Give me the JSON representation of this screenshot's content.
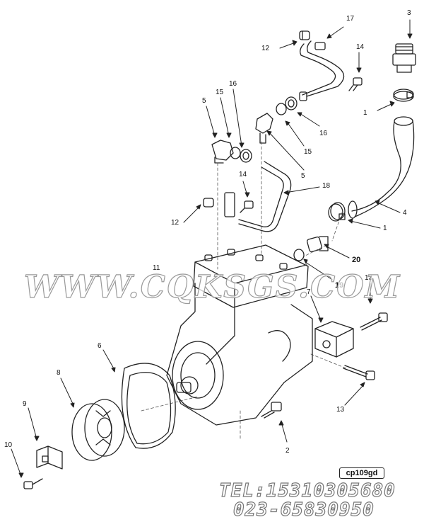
{
  "diagram_code": "cp109gd",
  "watermark": "WWW.CQKSGS.COM",
  "contact": {
    "tel": "TEL:15310305680",
    "alt_phone": "023-65830950"
  },
  "callouts": {
    "c1a": "1",
    "c1b": "1",
    "c2": "2",
    "c3": "3",
    "c4": "4",
    "c5a": "5",
    "c5b": "5",
    "c6": "6",
    "c7": "7",
    "c8": "8",
    "c9": "9",
    "c10": "10",
    "c11": "11",
    "c12a": "12",
    "c12b": "12",
    "c13a": "13",
    "c13b": "13",
    "c14a": "14",
    "c14b": "14",
    "c15a": "15",
    "c15b": "15",
    "c16a": "16",
    "c16b": "16",
    "c17": "17",
    "c18": "18",
    "c19": "19",
    "c20": "20"
  },
  "colors": {
    "line": "#222222",
    "watermark_stroke": "#9a9a9a"
  }
}
